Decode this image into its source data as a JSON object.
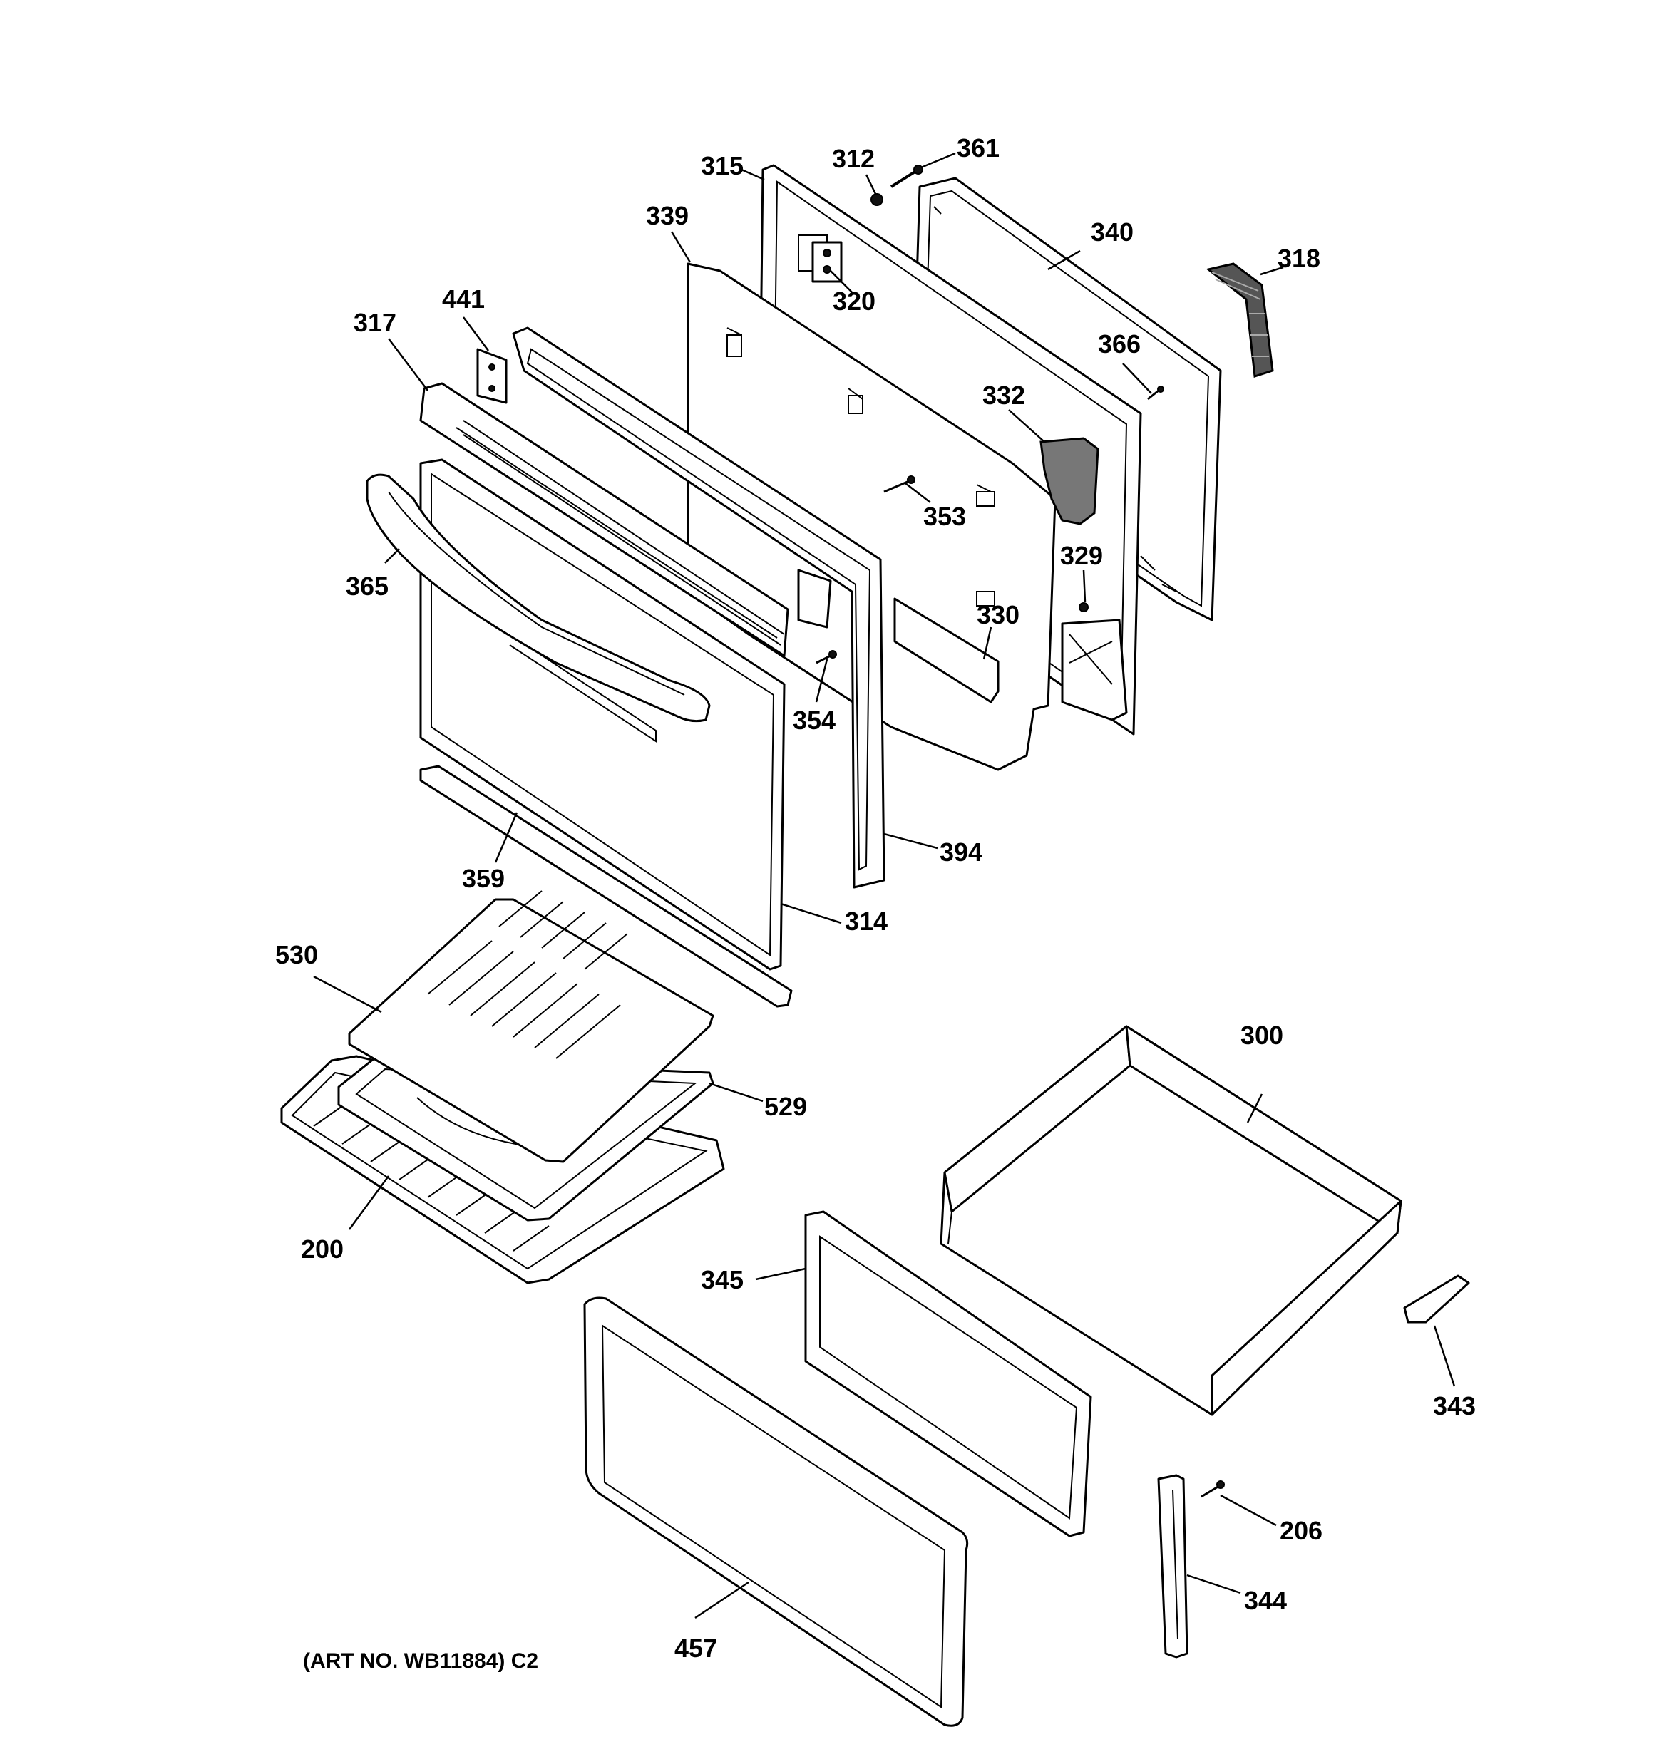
{
  "diagram": {
    "art_number": "(ART NO. WB11884) C2",
    "callouts": {
      "p200": "200",
      "p206": "206",
      "p300": "300",
      "p312": "312",
      "p314": "314",
      "p315": "315",
      "p317": "317",
      "p318": "318",
      "p320": "320",
      "p329": "329",
      "p330": "330",
      "p332": "332",
      "p339": "339",
      "p340": "340",
      "p343": "343",
      "p344": "344",
      "p345": "345",
      "p353": "353",
      "p354": "354",
      "p359": "359",
      "p361": "361",
      "p365": "365",
      "p366": "366",
      "p394": "394",
      "p441": "441",
      "p457": "457",
      "p529": "529",
      "p530": "530"
    }
  }
}
